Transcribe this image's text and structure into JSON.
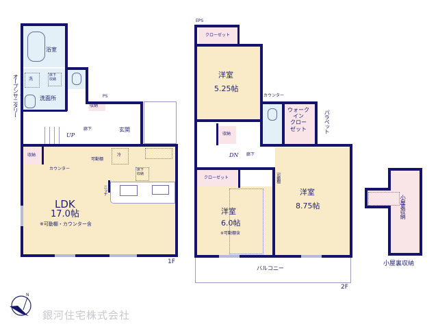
{
  "floor1": {
    "label": "1F",
    "rooms": {
      "bath": "浴室",
      "wash": "洗",
      "underfloor_storage_small": "床下\n収納",
      "washroom": "洗面所",
      "open_sanitary": "オープンサニタリー",
      "ps": "PS",
      "storage": "収納",
      "hallway": "廊下",
      "up": "UP",
      "entrance": "玄関",
      "storage_ldk": "収納",
      "counter": "カウンター",
      "movable_shelf": "可動棚",
      "fridge": "冷",
      "underfloor_storage": "床下\n収納",
      "niche": "ニッチ",
      "ldk_name": "LDK",
      "ldk_size": "17.0帖",
      "ldk_note": "※可動棚・カウンター含"
    }
  },
  "floor2": {
    "label": "2F",
    "rooms": {
      "eps": "EPS",
      "closet_top": "クローゼット",
      "room1_name": "洋室",
      "room1_size": "5.25帖",
      "counter": "カウンター",
      "walkin_closet": "ウォーク\nイン\nクロー\nゼット",
      "parapet": "パラペット",
      "storage": "収納",
      "dn": "DN",
      "hallway": "廊下",
      "closet_mid": "クローゼット",
      "movable_shelf": "可動棚",
      "room2_name": "洋室",
      "room2_size": "6.0帖",
      "room2_note": "※可動棚含",
      "room3_name": "洋室",
      "room3_size": "8.75帖",
      "balcony": "バルコニー"
    }
  },
  "loft": {
    "inner_label": "小屋裏収納",
    "caption": "小屋裏収納"
  },
  "compass": {
    "north": "N",
    "icon": "compass-bird-icon"
  },
  "company": {
    "name": "銀河住宅株式会社"
  },
  "colors": {
    "wall": "#14146e",
    "wood_floor": "#f9ebc8",
    "pink_storage": "#f9e4e8",
    "wet_area": "#e3f0f8",
    "logo_text": "#c8c8d0"
  }
}
